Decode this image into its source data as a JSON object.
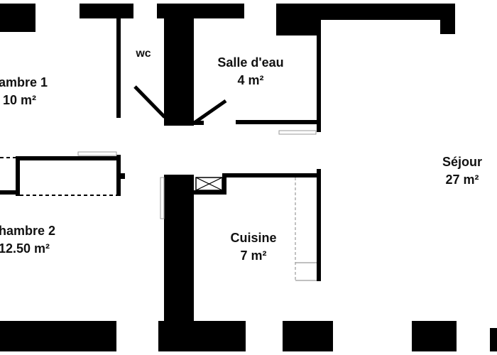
{
  "colors": {
    "wall": "#000000",
    "background": "#ffffff",
    "fixture": "#9a9a9a"
  },
  "rooms": {
    "chambre1": {
      "name": "ambre 1",
      "area": "10 m²"
    },
    "wc": {
      "name": "wc"
    },
    "salle_deau": {
      "name": "Salle d'eau",
      "area": "4 m²"
    },
    "sejour": {
      "name": "Séjour",
      "area": "27 m²"
    },
    "chambre2": {
      "name": "hambre 2",
      "area": "12.50 m²"
    },
    "cuisine": {
      "name": "Cuisine",
      "area": "7 m²"
    }
  }
}
